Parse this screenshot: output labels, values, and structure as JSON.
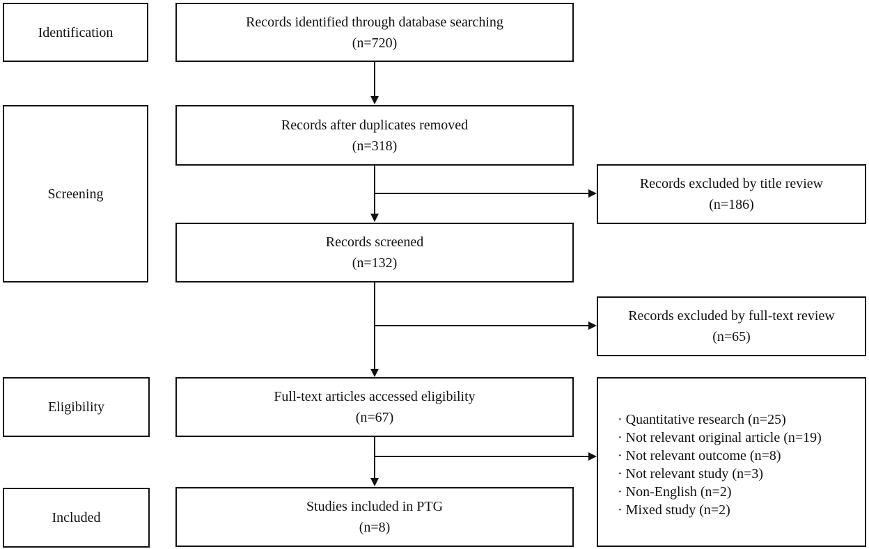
{
  "stages": {
    "identification": "Identification",
    "screening": "Screening",
    "eligibility": "Eligibility",
    "included": "Included"
  },
  "flow": {
    "identified": {
      "label": "Records identified through database searching",
      "count": "(n=720)"
    },
    "deduplicated": {
      "label": "Records after duplicates removed",
      "count": "(n=318)"
    },
    "screened": {
      "label": "Records screened",
      "count": "(n=132)"
    },
    "fulltext": {
      "label": "Full-text articles accessed eligibility",
      "count": "(n=67)"
    },
    "included": {
      "label": "Studies included in PTG",
      "count": "(n=8)"
    }
  },
  "exclusions": {
    "title_review": {
      "label": "Records excluded by title review",
      "count": "(n=186)"
    },
    "fulltext_review": {
      "label": "Records excluded by full-text review",
      "count": "(n=65)"
    },
    "reasons": [
      "· Quantitative research (n=25)",
      "· Not relevant original article (n=19)",
      "· Not relevant outcome (n=8)",
      "· Not relevant study (n=3)",
      "· Non-English (n=2)",
      "· Mixed study (n=2)"
    ]
  }
}
